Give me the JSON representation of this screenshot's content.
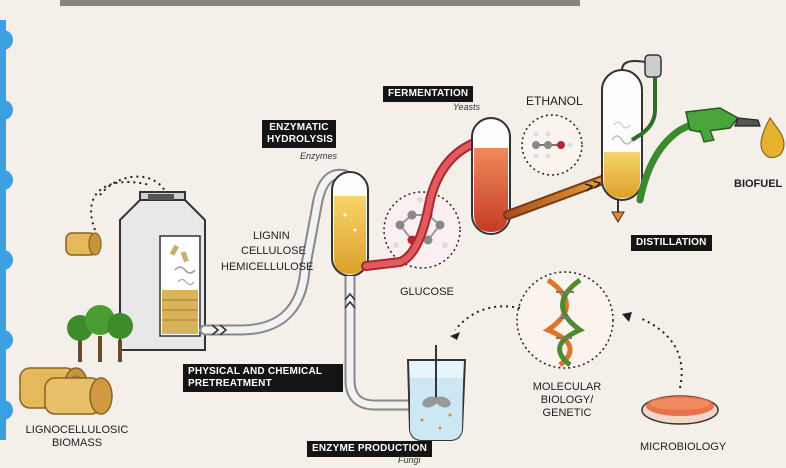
{
  "header_text": "...",
  "labels": {
    "enzymatic_hydrolysis": "ENZYMATIC HYDROLYSIS",
    "enzymes": "Enzymes",
    "fermentation": "FERMENTATION",
    "yeasts": "Yeasts",
    "ethanol": "ETHANOL",
    "biofuel": "BIOFUEL",
    "distillation": "DISTILLATION",
    "lignin": "LIGNIN",
    "cellulose": "CELLULOSE",
    "hemicellulose": "HEMICELLULOSE",
    "glucose": "GLUCOSE",
    "pretreatment_1": "PHYSICAL AND CHEMICAL",
    "pretreatment_2": "PRETREATMENT",
    "lignocellulosic_1": "LIGNOCELLULOSIC",
    "lignocellulosic_2": "BIOMASS",
    "molecular_1": "MOLECULAR",
    "molecular_2": "BIOLOGY/",
    "molecular_3": "GENETIC",
    "microbiology": "MICROBIOLOGY",
    "enzyme_production": "ENZYME PRODUCTION",
    "fungi": "Fungi"
  },
  "colors": {
    "background": "#f5efe9",
    "tag_bg": "#141414",
    "hydrolysis_liquid": "#e9b43a",
    "fermentation_liquid": "#d9542f",
    "pipe_red": "#d6333e",
    "tree_green": "#3e8b2b",
    "dna_orange": "#e0752a",
    "dna_green": "#4f8a2e",
    "side_accent": "#3aa0e0"
  }
}
